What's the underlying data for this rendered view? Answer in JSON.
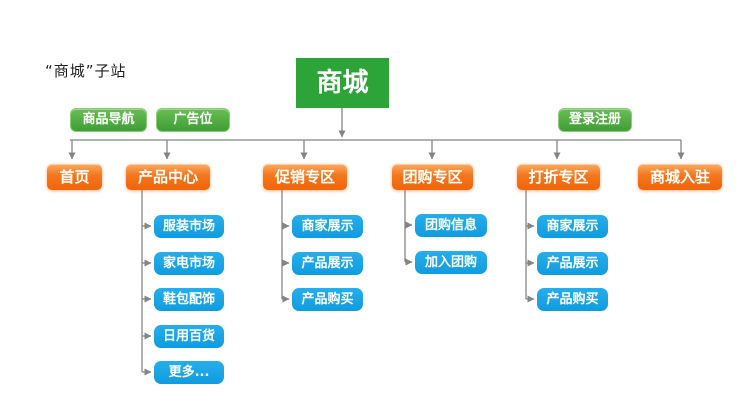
{
  "page_label": "“商城”子站",
  "root": {
    "label": "商城"
  },
  "pills": [
    {
      "label": "商品导航"
    },
    {
      "label": "广告位"
    },
    {
      "label": "登录注册"
    }
  ],
  "sections": [
    {
      "label": "首页",
      "children": []
    },
    {
      "label": "产品中心",
      "children": [
        "服装市场",
        "家电市场",
        "鞋包配饰",
        "日用百货",
        "更多..."
      ]
    },
    {
      "label": "促销专区",
      "children": [
        "商家展示",
        "产品展示",
        "产品购买"
      ]
    },
    {
      "label": "团购专区",
      "children": [
        "团购信息",
        "加入团购"
      ]
    },
    {
      "label": "打折专区",
      "children": [
        "商家展示",
        "产品展示",
        "产品购买"
      ]
    },
    {
      "label": "商城入驻",
      "children": []
    }
  ],
  "colors": {
    "root_green": "#2ca438",
    "button_green": "#4aa83c",
    "section_orange": "#f0650a",
    "leaf_blue": "#14a3e6",
    "connector_gray": "#858585"
  }
}
